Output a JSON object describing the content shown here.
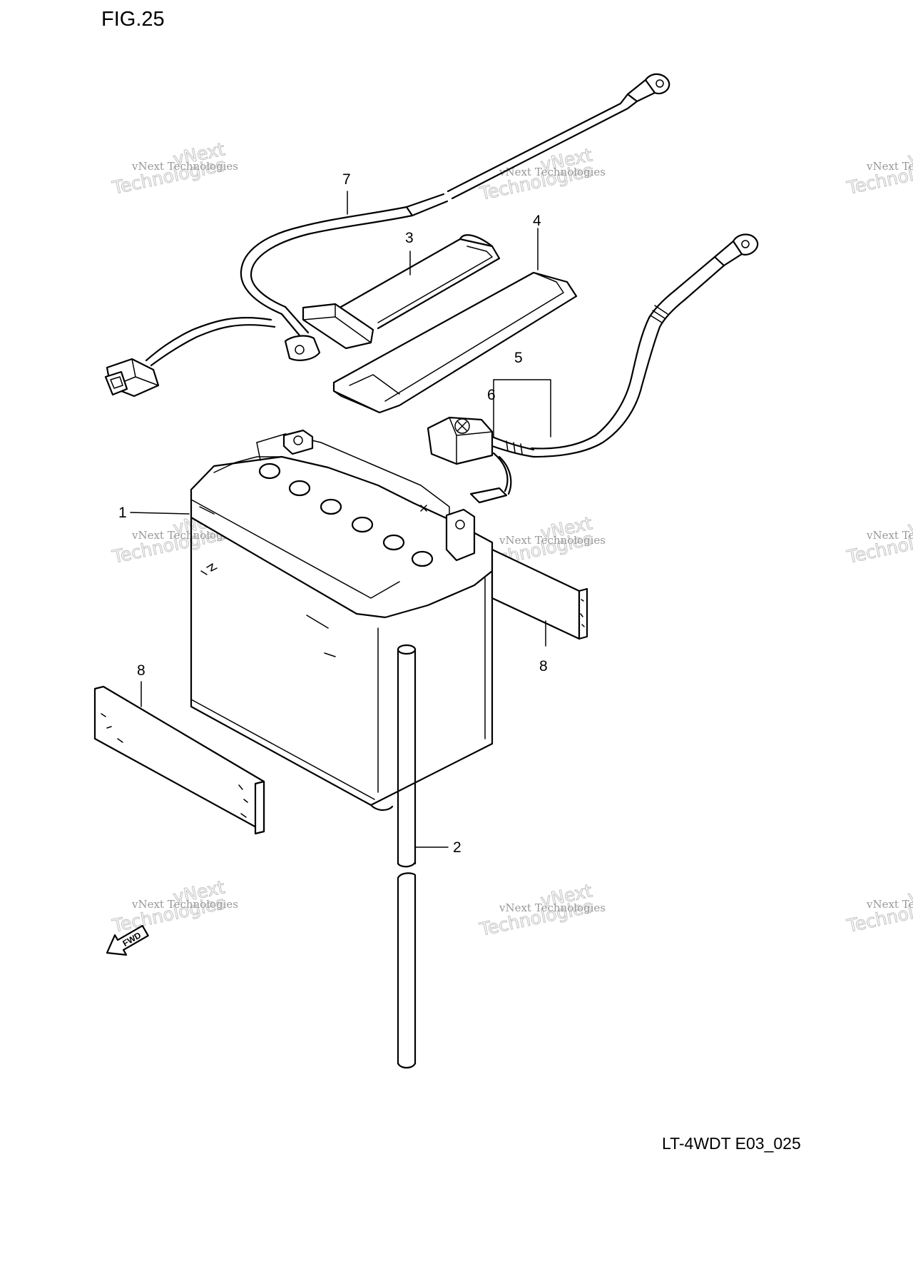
{
  "figure": {
    "label": "FIG.25",
    "code": "LT-4WDT E03_025"
  },
  "callouts": [
    {
      "id": "1",
      "label": "1"
    },
    {
      "id": "2",
      "label": "2"
    },
    {
      "id": "3",
      "label": "3"
    },
    {
      "id": "4",
      "label": "4"
    },
    {
      "id": "5",
      "label": "5"
    },
    {
      "id": "6",
      "label": "6"
    },
    {
      "id": "7",
      "label": "7"
    },
    {
      "id": "8a",
      "label": "8"
    },
    {
      "id": "8b",
      "label": "8"
    }
  ],
  "watermark": {
    "line1": "vNext Technologies",
    "line2": "Technologies",
    "line3": "vNext"
  },
  "fwd_arrow": {
    "label": "FWD",
    "icon": "forward-arrow-icon"
  }
}
